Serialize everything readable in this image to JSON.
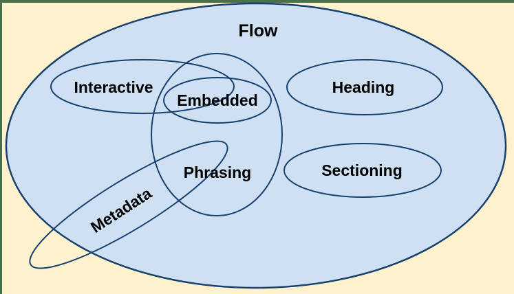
{
  "diagram": {
    "type": "venn-euler",
    "sets": {
      "flow": {
        "label": "Flow"
      },
      "interactive": {
        "label": "Interactive"
      },
      "embedded": {
        "label": "Embedded"
      },
      "heading": {
        "label": "Heading"
      },
      "phrasing": {
        "label": "Phrasing"
      },
      "sectioning": {
        "label": "Sectioning"
      },
      "metadata": {
        "label": "Metadata"
      }
    },
    "relations": {
      "inside_flow": [
        "Interactive",
        "Embedded",
        "Heading",
        "Phrasing",
        "Sectioning"
      ],
      "partially_outside_flow": [
        "Metadata"
      ],
      "embedded_inside": [
        "Phrasing"
      ],
      "overlapping": [
        "Interactive+Embedded",
        "Interactive+Phrasing",
        "Metadata+Phrasing"
      ]
    },
    "colors": {
      "page_background": "#FDF1CE",
      "frame_border": "#47704B",
      "flow_fill": "#CFE0F2",
      "ellipse_stroke": "#17406F",
      "label_text": "#000000"
    }
  }
}
